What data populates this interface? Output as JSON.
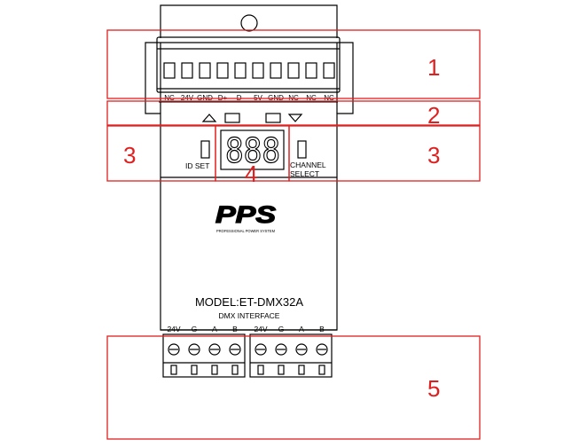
{
  "top_terminal_labels": [
    "NC",
    "24V",
    "GND",
    "D+",
    "D-",
    "5V",
    "GND",
    "NC",
    "NC",
    "NC"
  ],
  "display_digits": "888",
  "id_set_label": "ID SET",
  "channel_select_label": [
    "CHANNEL",
    "SELECT"
  ],
  "brand": "PPS",
  "brand_tagline": "PROFESSIONAL POWER SYSTEM",
  "model": "MODEL:ET-DMX32A",
  "interface_label": "DMX INTERFACE",
  "bottom_terminal_labels": [
    "24V",
    "G",
    "A",
    "B",
    "24V",
    "G",
    "A",
    "B"
  ],
  "callouts": [
    "1",
    "2",
    "3",
    "3",
    "4",
    "5"
  ],
  "colors": {
    "callout": "#e02020",
    "line": "#000000"
  }
}
